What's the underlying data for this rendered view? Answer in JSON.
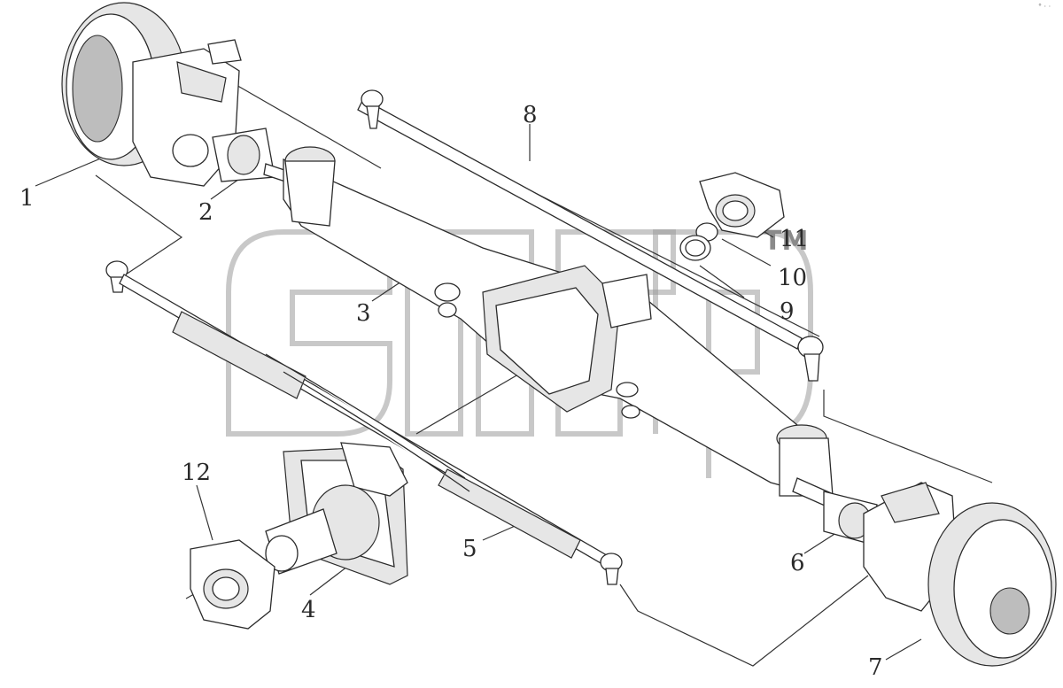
{
  "watermark": {
    "trademark": "TM"
  },
  "corner_mark": "° · ·",
  "callouts": [
    {
      "id": "1",
      "label": "1"
    },
    {
      "id": "2",
      "label": "2"
    },
    {
      "id": "3",
      "label": "3"
    },
    {
      "id": "4",
      "label": "4"
    },
    {
      "id": "5",
      "label": "5"
    },
    {
      "id": "6",
      "label": "6"
    },
    {
      "id": "7",
      "label": "7"
    },
    {
      "id": "8",
      "label": "8"
    },
    {
      "id": "9",
      "label": "9"
    },
    {
      "id": "10",
      "label": "10"
    },
    {
      "id": "11",
      "label": "11"
    },
    {
      "id": "12",
      "label": "12"
    }
  ]
}
